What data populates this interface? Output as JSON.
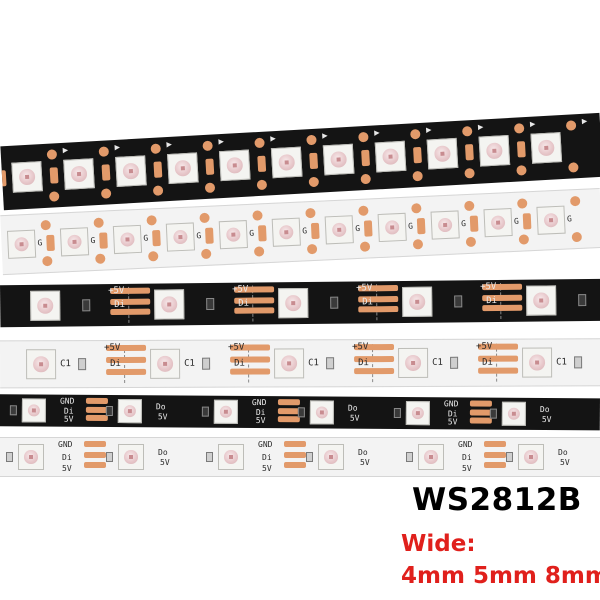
{
  "product": {
    "model": "WS2812B",
    "width_title": "Wide:",
    "width_options": "4mm 5mm 8mm"
  },
  "strips": [
    {
      "id": "strip-1",
      "color": "black",
      "led_count": 11,
      "style": "dense"
    },
    {
      "id": "strip-2",
      "color": "white",
      "led_count": 11,
      "style": "dense"
    },
    {
      "id": "strip-3",
      "color": "black",
      "led_count": 5,
      "style": "wide"
    },
    {
      "id": "strip-4",
      "color": "white",
      "led_count": 5,
      "style": "wide"
    },
    {
      "id": "strip-5",
      "color": "black",
      "led_count": 6,
      "style": "narrow"
    },
    {
      "id": "strip-6",
      "color": "white",
      "led_count": 6,
      "style": "narrow"
    }
  ],
  "silkscreen": {
    "vcc": "+5V",
    "data_in": "Di",
    "data_out": "Do",
    "ground": "GND",
    "vcc_short": "5V",
    "cap": "C1",
    "gnd_short": "G"
  },
  "colors": {
    "pad_copper": "#e29a6a",
    "strip_black": "#141414",
    "strip_white": "#f3f3f3",
    "accent_red": "#e0201c"
  }
}
